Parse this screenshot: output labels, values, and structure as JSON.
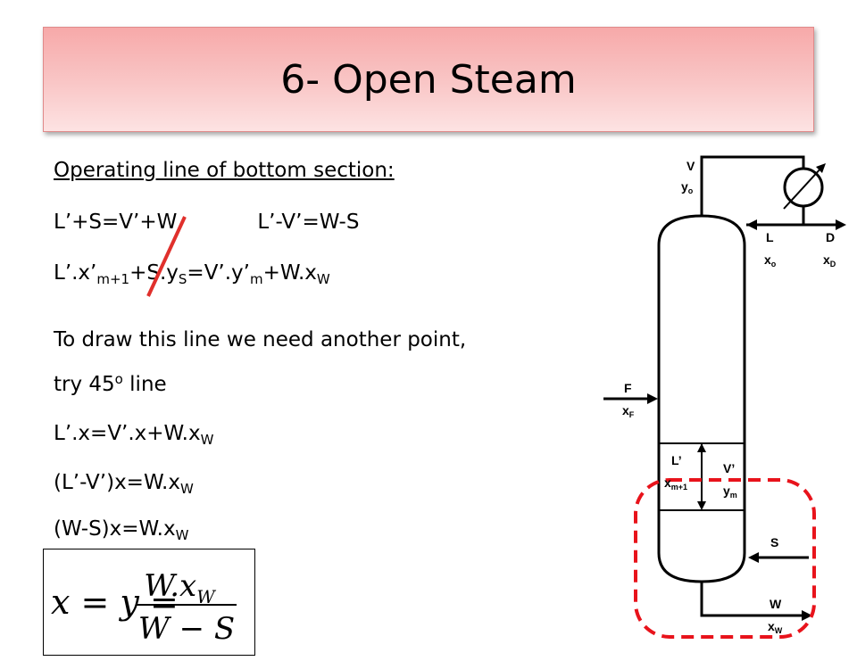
{
  "title": "6- Open Steam",
  "heading": "Operating line of bottom section:",
  "eq1": {
    "a": "L’+S=V’+W",
    "b": "L’-V’=W-S"
  },
  "eq2": {
    "p1": "L’.x’",
    "s1": "m+1",
    "p2": "+S.y",
    "s2": "S",
    "p3": "=V’.y’",
    "s3": "m",
    "p4": "+W.x",
    "s4": "W"
  },
  "para": {
    "line1": "To draw this line we need another point,",
    "line2a": "try 45",
    "line2sup": "o",
    "line2b": " line"
  },
  "eq3": {
    "p1": "L’.x=V’.x+W.x",
    "s1": "W"
  },
  "eq4": {
    "p1": "(L’-V’)x=W.x",
    "s1": "W"
  },
  "eq5": {
    "p1": "(W-S)x=W.x",
    "s1": "W"
  },
  "formula": {
    "lhs": "x = y =",
    "num": "W.x",
    "num_sub": "W",
    "den": "W − S"
  },
  "diagram": {
    "V": "V",
    "yo": "y",
    "yo_sub": "o",
    "L": "L",
    "xo": "x",
    "xo_sub": "o",
    "D": "D",
    "xD": "x",
    "xD_sub": "D",
    "F": "F",
    "xF": "x",
    "xF_sub": "F",
    "Lp": "L’",
    "xm1": "x",
    "xm1_sub": "m+1",
    "Vp": "V’",
    "ym": "y",
    "ym_sub": "m",
    "S": "S",
    "W": "W",
    "xW": "x",
    "xW_sub": "W"
  },
  "colors": {
    "title_bg": "#f7a9a9",
    "strike": "#e0302c",
    "highlight_dash": "#e8131b"
  }
}
